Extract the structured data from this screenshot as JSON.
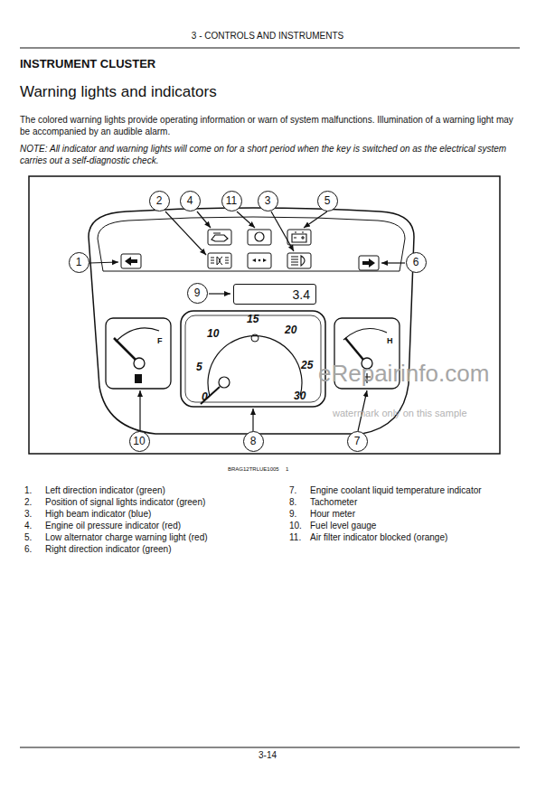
{
  "diagram": {
    "title": "INSTRUMENT CLUSTER",
    "nodes": [
      {
        "text": [
          "1"
        ]
      },
      {
        "text": [
          "2"
        ]
      },
      {
        "text": [
          "3"
        ]
      },
      {
        "text": [
          "4"
        ]
      },
      {
        "text": [
          "5"
        ]
      },
      {
        "text": [
          "6"
        ]
      },
      {
        "text": [
          "7"
        ]
      },
      {
        "text": [
          "8"
        ]
      },
      {
        "text": [
          "9"
        ]
      },
      {
        "text": [
          "10"
        ]
      },
      {
        "text": [
          "11"
        ]
      },
      {
        "text": [
          "3.4"
        ]
      }
    ],
    "labels": [
      "3 - CONTROLS AND INSTRUMENTS",
      "Warning lights and indicators",
      "The colored warning lights provide operating information or warn of system malfunctions. Illumination of a warning light may be accompanied by an audible alarm.",
      "NOTE: All indicator and warning lights will come on for a short period when the key is switched on as the electrical system carries out a self-diagnostic check.",
      "0",
      "5",
      "10",
      "15",
      "20",
      "25",
      "30",
      "F",
      "H",
      "BRAG12TRLUE1005",
      "1",
      "1.",
      "Left direction indicator (green)",
      "2.",
      "Position of signal lights indicator (green)",
      "3.",
      "High beam indicator (blue)",
      "4.",
      "Engine oil pressure indicator (red)",
      "5.",
      "Low alternator charge warning light (red)",
      "6.",
      "Right direction indicator (green)",
      "7.",
      "Engine coolant liquid temperature indicator",
      "8.",
      "Tachometer",
      "9.",
      "Hour meter",
      "10.",
      "Fuel level gauge",
      "11.",
      "Air filter indicator blocked (orange)",
      "3-14",
      "eRepairinfo.com",
      "watermark only on this sample"
    ]
  }
}
